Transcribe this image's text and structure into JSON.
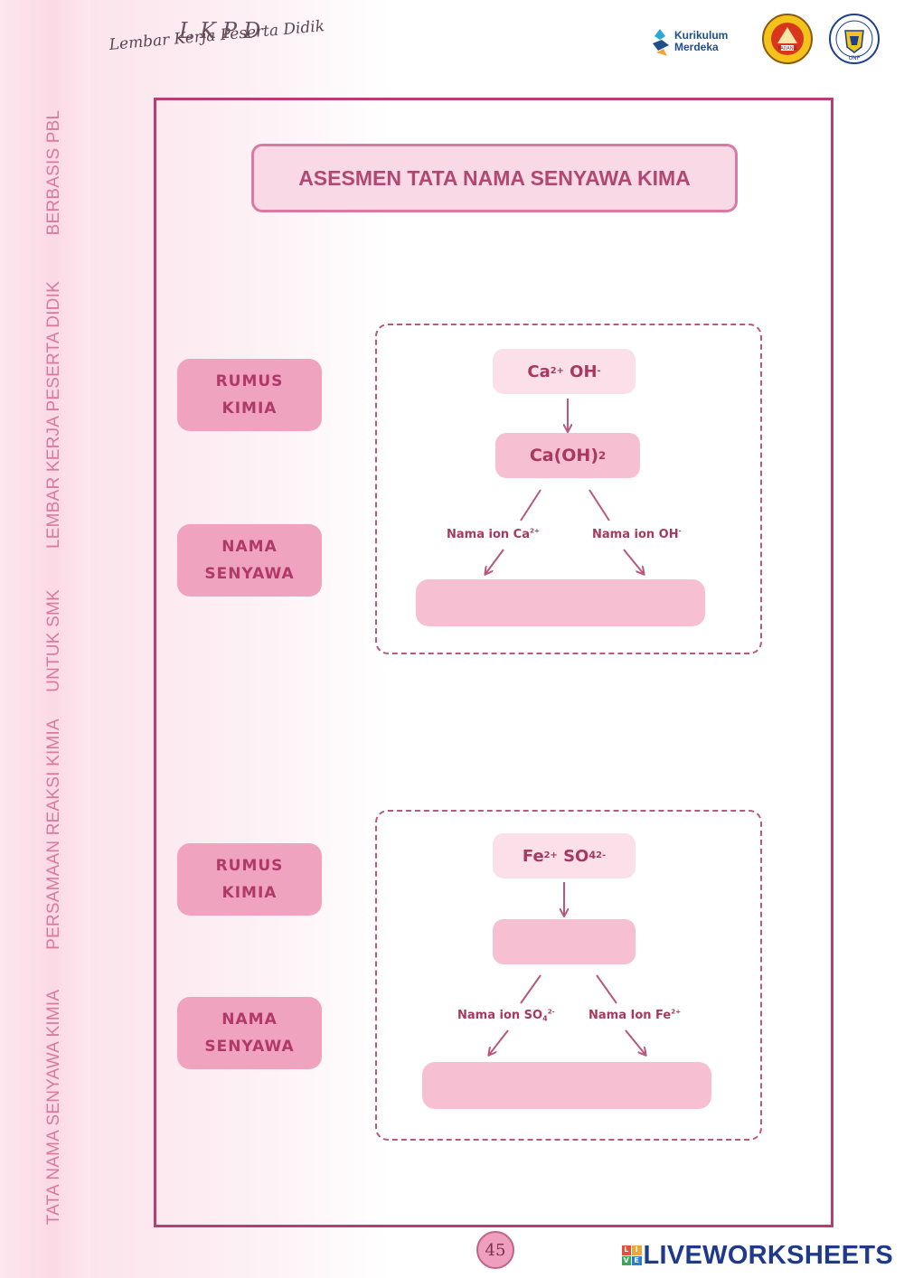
{
  "header": {
    "lkpd": "LKPD",
    "subtitle": "Lembar Kerja Peserta Didik",
    "logos": [
      {
        "name": "kurikulum-merdeka",
        "line1": "Kurikulum",
        "line2": "Merdeka"
      },
      {
        "name": "smti-padang-seal",
        "text": "PADANG"
      },
      {
        "name": "unp-seal",
        "text": "UNP"
      }
    ]
  },
  "side_text": [
    "BERBASIS PBL",
    "LEMBAR KERJA PESERTA DIDIK",
    "UNTUK SMK",
    "PERSAMAAN REAKSI KIMIA",
    "TATA NAMA SENYAWA KIMIA"
  ],
  "title": "ASESMEN TATA NAMA SENYAWA KIMA",
  "sections": [
    {
      "label_formula": "RUMUS\nKIMIA",
      "label_name": "NAMA\nSENYAWA",
      "ions": {
        "cation": "Ca",
        "cation_charge": "2+",
        "anion": "OH",
        "anion_charge": "-"
      },
      "formula": {
        "base": "Ca(OH)",
        "sub": "2"
      },
      "branch_left": {
        "text": "Nama ion Ca",
        "sup": "2+"
      },
      "branch_right": {
        "text": "Nama ion OH",
        "sup": "-"
      },
      "answer": ""
    },
    {
      "label_formula": "RUMUS\nKIMIA",
      "label_name": "NAMA\nSENYAWA",
      "ions": {
        "cation": "Fe",
        "cation_charge": "2+",
        "anion": "SO",
        "anion_sub": "4",
        "anion_charge": "2-"
      },
      "formula": "",
      "branch_left": {
        "text": "Nama ion SO",
        "sub": "4",
        "sup": "2-"
      },
      "branch_right": {
        "text": "Nama Ion Fe",
        "sup": "2+"
      },
      "answer": ""
    }
  ],
  "footer": {
    "page_number": "45",
    "brand": "LIVEWORKSHEETS",
    "brand_icon_letters": [
      "L",
      "I",
      "V",
      "E"
    ],
    "colors": {
      "brand": "#1f3a8a",
      "accent": "#b83d72",
      "pill": "#f0a3bf"
    }
  }
}
